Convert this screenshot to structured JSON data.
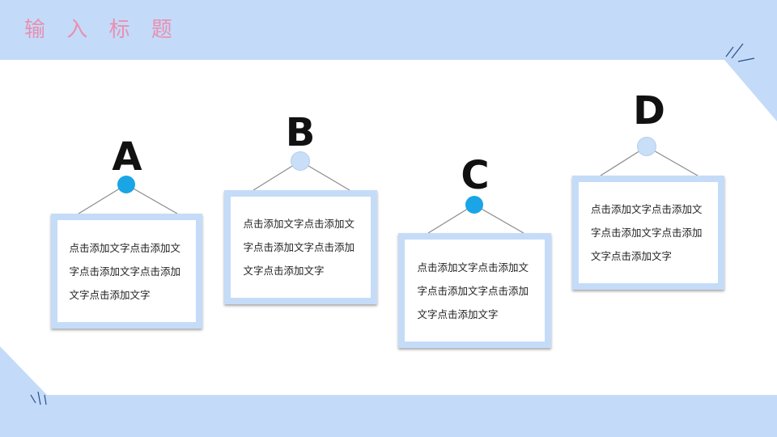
{
  "title": "输 入 标 题",
  "colors": {
    "background": "#c3dbf9",
    "title": "#ea8fb1",
    "frame_border": "#c5dcf8",
    "pin_active": "#1aa5e6",
    "pin_light": "#c9def7"
  },
  "cards": [
    {
      "letter": "A",
      "text": "点击添加文字点击添加文字点击添加文字点击添加文字点击添加文字",
      "pin": "active"
    },
    {
      "letter": "B",
      "text": "点击添加文字点击添加文字点击添加文字点击添加文字点击添加文字",
      "pin": "light"
    },
    {
      "letter": "C",
      "text": "点击添加文字点击添加文字点击添加文字点击添加文字点击添加文字",
      "pin": "active"
    },
    {
      "letter": "D",
      "text": "点击添加文字点击添加文字点击添加文字点击添加文字点击添加文字",
      "pin": "light"
    }
  ]
}
